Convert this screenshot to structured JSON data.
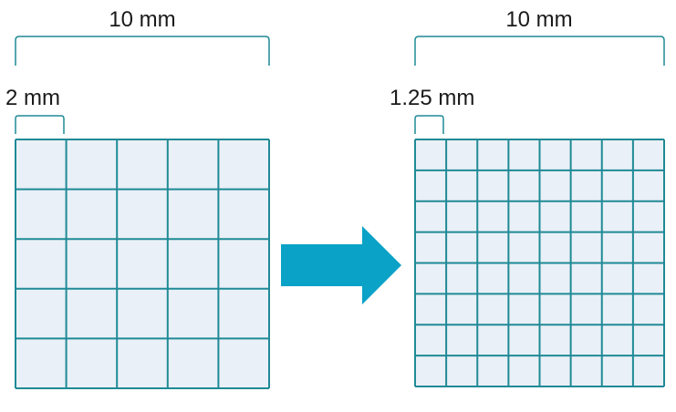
{
  "colors": {
    "grid_line": "#1f8a96",
    "cell_fill": "#eaf0f7",
    "bracket": "#1f8a96",
    "arrow": "#0aa2c6",
    "text": "#1a1a1a"
  },
  "left_panel": {
    "total_label": "10 mm",
    "cell_label": "2 mm",
    "divisions": 5
  },
  "right_panel": {
    "total_label": "10 mm",
    "cell_label": "1.25 mm",
    "divisions": 8
  },
  "arrow": {
    "icon": "right-arrow-icon"
  }
}
